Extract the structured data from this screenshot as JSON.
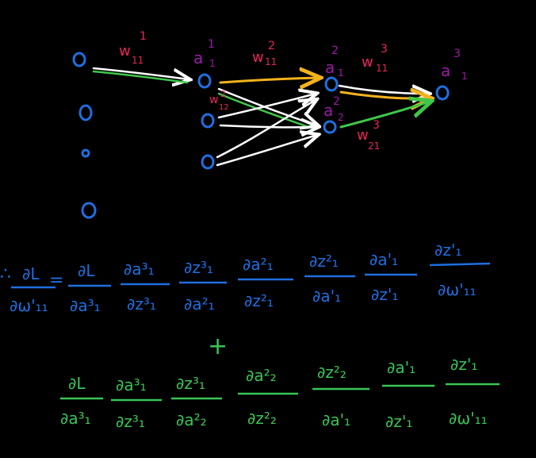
{
  "colors": {
    "background": "#000000",
    "node_blue": "#1e6fe0",
    "weight_pink": "#e8265a",
    "activation_purple": "#9c1aa8",
    "edge_white": "#ffffff",
    "edge_green": "#3fc74a",
    "edge_yellow": "#f3b21c",
    "eq_green": "#39c456",
    "eq_blue": "#1e6fe0",
    "plus_green": "#39c456"
  },
  "labels": {
    "w11_1": "w",
    "w11_1_sup": "1",
    "w11_1_sub": "11",
    "w11_2": "w",
    "w11_2_sup": "2",
    "w11_2_sub": "11",
    "w11_3": "w",
    "w11_3_sup": "3",
    "w11_3_sub": "11",
    "w12_2": "w",
    "w12_2_sup": "2",
    "w12_2_sub": "12",
    "w21_3": "w",
    "w21_3_sup": "3",
    "w21_3_sub": "21",
    "a1_1": "a",
    "a1_1_sup": "1",
    "a1_1_sub": "1",
    "a1_2": "a",
    "a1_2_sup": "2",
    "a1_2_sub": "1",
    "a2_2": "a",
    "a2_2_sup": "2",
    "a2_2_sub": "2",
    "a1_3": "a",
    "a1_3_sup": "3",
    "a1_3_sub": "1"
  },
  "equation1": {
    "therefore": "∴",
    "lhs_num": "∂L",
    "lhs_den": "∂ω'₁₁",
    "equals": "=",
    "terms": [
      {
        "num": "∂L",
        "den": "∂a³₁"
      },
      {
        "num": "∂a³₁",
        "den": "∂z³₁"
      },
      {
        "num": "∂z³₁",
        "den": "∂a²₁"
      },
      {
        "num": "∂a²₁",
        "den": "∂z²₁"
      },
      {
        "num": "∂z²₁",
        "den": "∂a'₁"
      },
      {
        "num": "∂a'₁",
        "den": "∂z'₁"
      },
      {
        "num": "∂z'₁",
        "den": "∂ω'₁₁"
      }
    ]
  },
  "plus": "+",
  "equation2": {
    "terms": [
      {
        "num": "∂L",
        "den": "∂a³₁"
      },
      {
        "num": "∂a³₁",
        "den": "∂z³₁"
      },
      {
        "num": "∂z³₁",
        "den": "∂a²₂"
      },
      {
        "num": "∂a²₂",
        "den": "∂z²₂"
      },
      {
        "num": "∂z²₂",
        "den": "∂a'₁"
      },
      {
        "num": "∂a'₁",
        "den": "∂z'₁"
      },
      {
        "num": "∂z'₁",
        "den": "∂ω'₁₁"
      }
    ]
  }
}
